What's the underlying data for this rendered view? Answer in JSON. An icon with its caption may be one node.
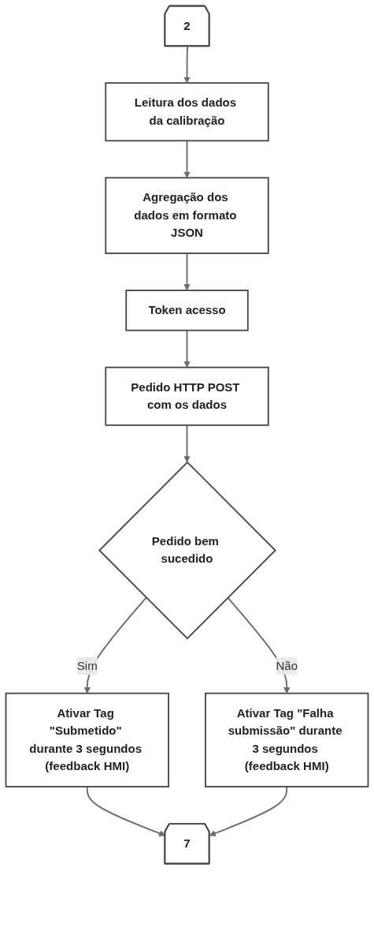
{
  "diagram": {
    "nodes": [
      {
        "text": [
          "2"
        ]
      },
      {
        "text": [
          "Leitura dos dados da calibração"
        ]
      },
      {
        "text": [
          "Agregação dos dados em formato JSON"
        ]
      },
      {
        "text": [
          "Token acesso"
        ]
      },
      {
        "text": [
          "Pedido HTTP POST com os dados"
        ]
      },
      {
        "text": [
          "Pedido bem sucedido"
        ]
      },
      {
        "text": [
          "Ativar Tag \"Falha submissão\" durante 3 segundos (feedback HMI)"
        ]
      },
      {
        "text": [
          "Ativar Tag \"Submetido\" durante 3 segundos (feedback HMI)"
        ]
      },
      {
        "text": [
          "7"
        ]
      }
    ],
    "edges": [
      {
        "from": 0,
        "to": 1,
        "arrow": "to"
      },
      {
        "from": 1,
        "to": 2,
        "arrow": "to"
      },
      {
        "from": 2,
        "to": 3,
        "arrow": "to"
      },
      {
        "from": 3,
        "to": 4,
        "arrow": "to"
      },
      {
        "from": 4,
        "to": 5,
        "arrow": "to"
      },
      {
        "from": 5,
        "to": 6,
        "label": "Não",
        "arrow": "to"
      },
      {
        "from": 5,
        "to": 7,
        "label": "Sim",
        "arrow": "to"
      },
      {
        "from": 7,
        "to": 8,
        "arrow": "to"
      },
      {
        "from": 6,
        "to": 8,
        "arrow": "to"
      }
    ]
  }
}
